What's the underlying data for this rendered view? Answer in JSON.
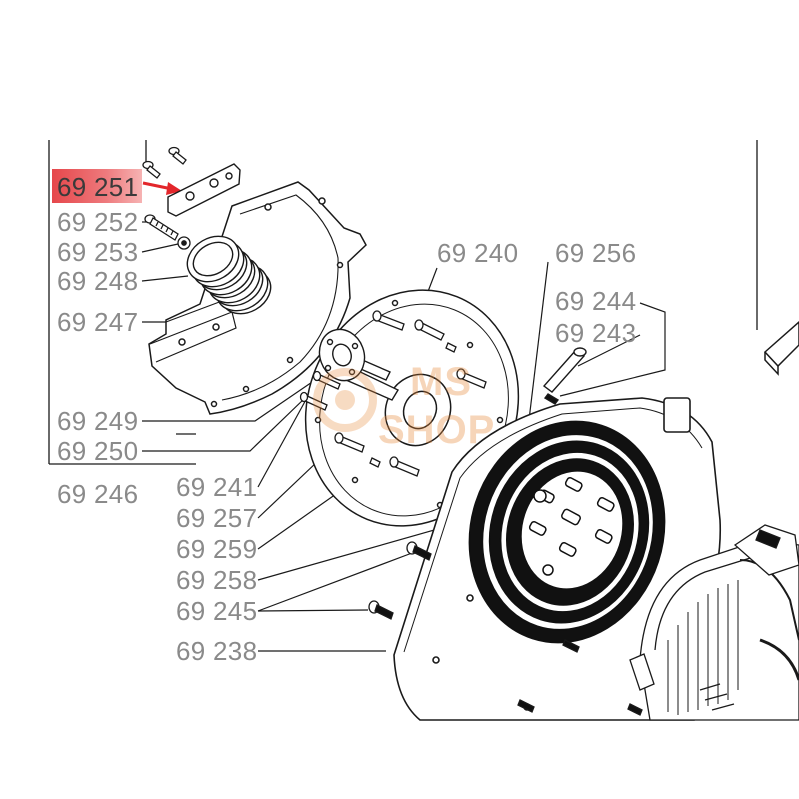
{
  "labels": [
    "69 251",
    "69 252",
    "69 253",
    "69 248",
    "69 247",
    "69 249",
    "69 250",
    "69 246",
    "69 240",
    "69 256",
    "69 244",
    "69 243",
    "69 241",
    "69 257",
    "69 259",
    "69 258",
    "69 245",
    "69 238"
  ],
  "highlighted_label": "69 251",
  "watermark": {
    "line1": "MS",
    "line2": "SHOP"
  },
  "colors": {
    "label": "#8a8a8a",
    "highlight": "#e6474b",
    "line": "#1a1a1a",
    "watermark": "#e8893a"
  }
}
